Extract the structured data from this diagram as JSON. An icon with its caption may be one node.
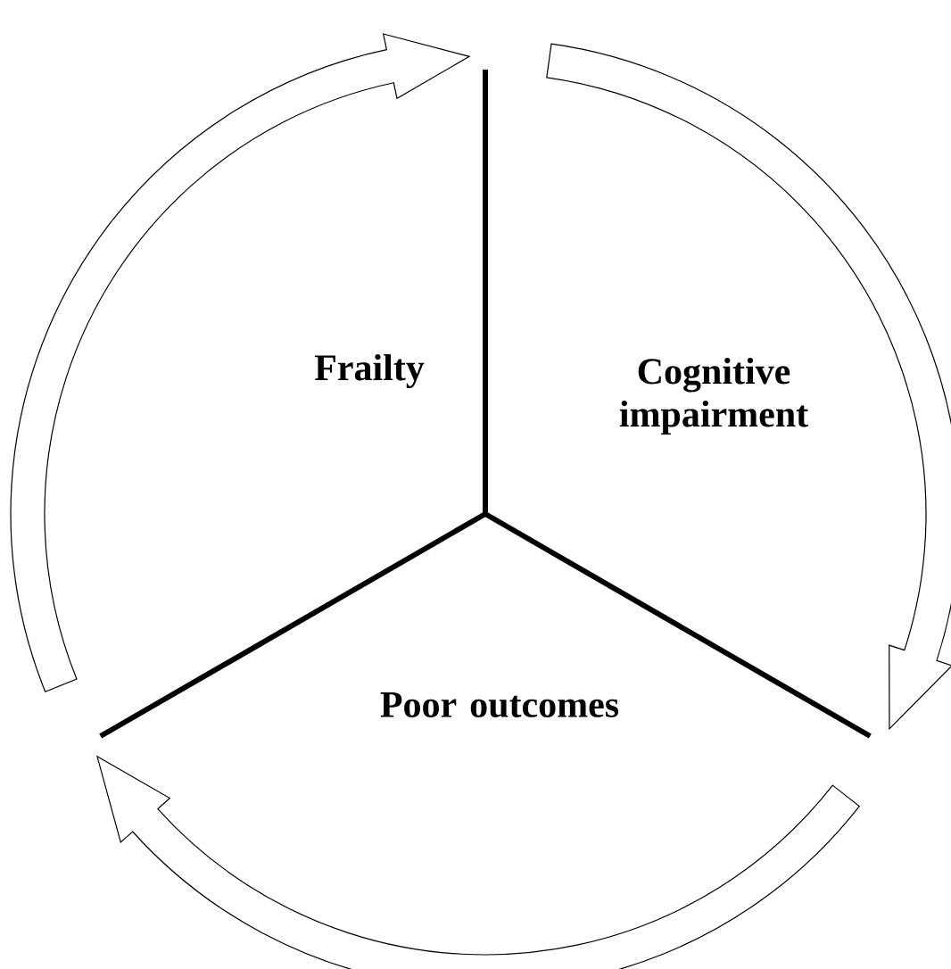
{
  "diagram": {
    "nodes": [
      {
        "text": [
          "Frailty"
        ]
      },
      {
        "text": [
          "Cognitive impairment"
        ]
      },
      {
        "text": [
          "Poor outcomes"
        ]
      }
    ],
    "edges": [
      {
        "from": 0,
        "to": 1,
        "arrow": "to"
      },
      {
        "from": 1,
        "to": 2,
        "arrow": "to"
      },
      {
        "from": 2,
        "to": 0,
        "arrow": "to"
      }
    ]
  }
}
